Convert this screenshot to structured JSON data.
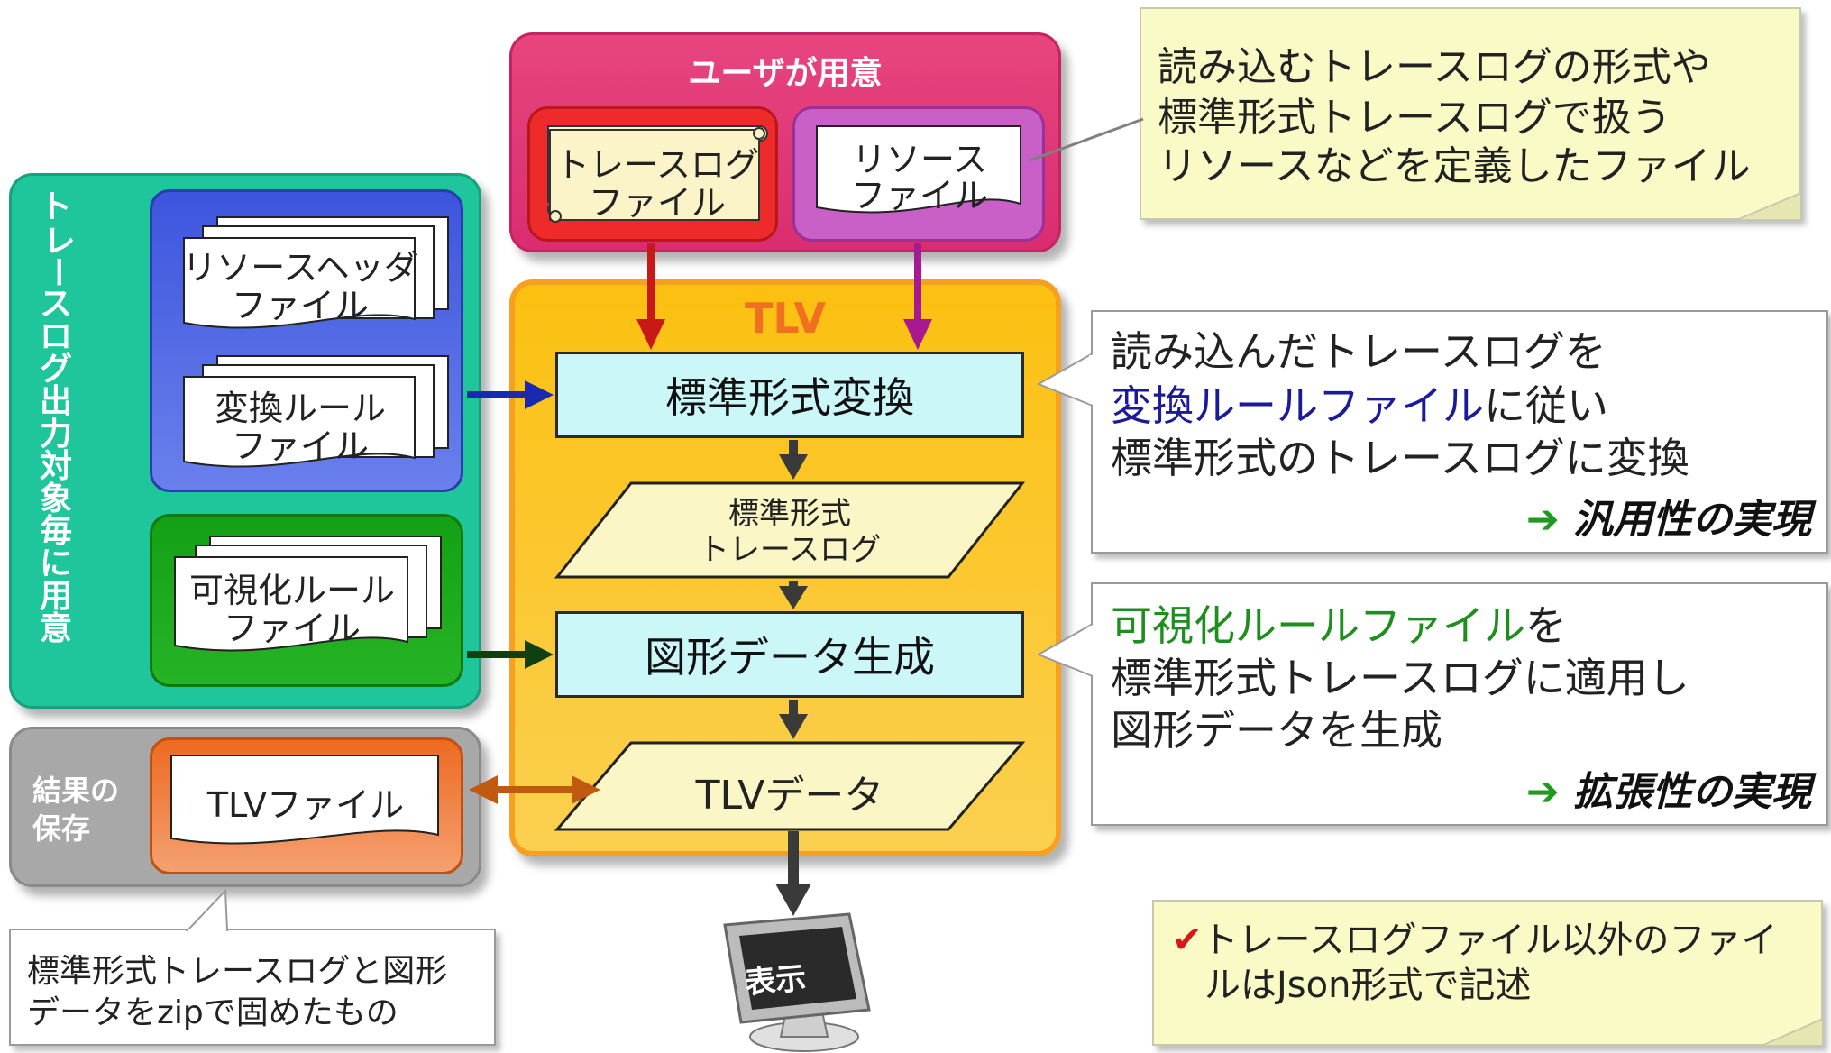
{
  "user_prepared": {
    "title": "ユーザが用意",
    "trace_log_file": [
      "トレースログ",
      "ファイル"
    ],
    "resource_file": [
      "リソース",
      "ファイル"
    ]
  },
  "note_top": [
    "読み込むトレースログの形式や",
    "標準形式トレースログで扱う",
    "リソースなどを定義したファイル"
  ],
  "per_target": {
    "vertical_label": [
      "ト",
      "レ",
      "ー",
      "ス",
      "ロ",
      "グ",
      "出",
      "力",
      "対",
      "象",
      "毎",
      "に",
      "用",
      "意"
    ],
    "resource_header_file": [
      "リソースヘッダ",
      "ファイル"
    ],
    "conversion_rule_file": [
      "変換ルール",
      "ファイル"
    ],
    "visualization_rule_file": [
      "可視化ルール",
      "ファイル"
    ]
  },
  "save_result": {
    "label": [
      "結果の",
      "保存"
    ],
    "tlv_file": "TLVファイル"
  },
  "tlv": {
    "title": "TLV",
    "step1": "標準形式変換",
    "data1": [
      "標準形式",
      "トレースログ"
    ],
    "step2": "図形データ生成",
    "data2": "TLVデータ",
    "display": "表示"
  },
  "callout_convert": {
    "line1": "読み込んだトレースログを",
    "line2_highlight": "変換ルールファイル",
    "line2_rest": "に従い",
    "line3": "標準形式のトレースログに変換",
    "result": "汎用性の実現"
  },
  "callout_generate": {
    "line1_highlight": "可視化ルールファイル",
    "line1_rest": "を",
    "line2": "標準形式トレースログに適用し",
    "line3": "図形データを生成",
    "result": "拡張性の実現"
  },
  "callout_save": [
    "標準形式トレースログと図形",
    "データをzipで固めたもの"
  ],
  "note_bottom": {
    "check": "✔",
    "line1": "トレースログファイル以外のファイ",
    "line2": "ルはJson形式で記述"
  },
  "colors": {
    "user_panel": "#e0357a",
    "teal_panel": "#1fc69c",
    "blue_group": "#4a60e0",
    "green_group": "#1ea01e",
    "tlv_panel": "#fbc81a",
    "save_panel": "#a8a8a8",
    "orange_group": "#f07a30",
    "highlight_blue": "#1a1a9a",
    "highlight_green": "#1e8f1e",
    "result_arrow": "#1e9a1e"
  }
}
